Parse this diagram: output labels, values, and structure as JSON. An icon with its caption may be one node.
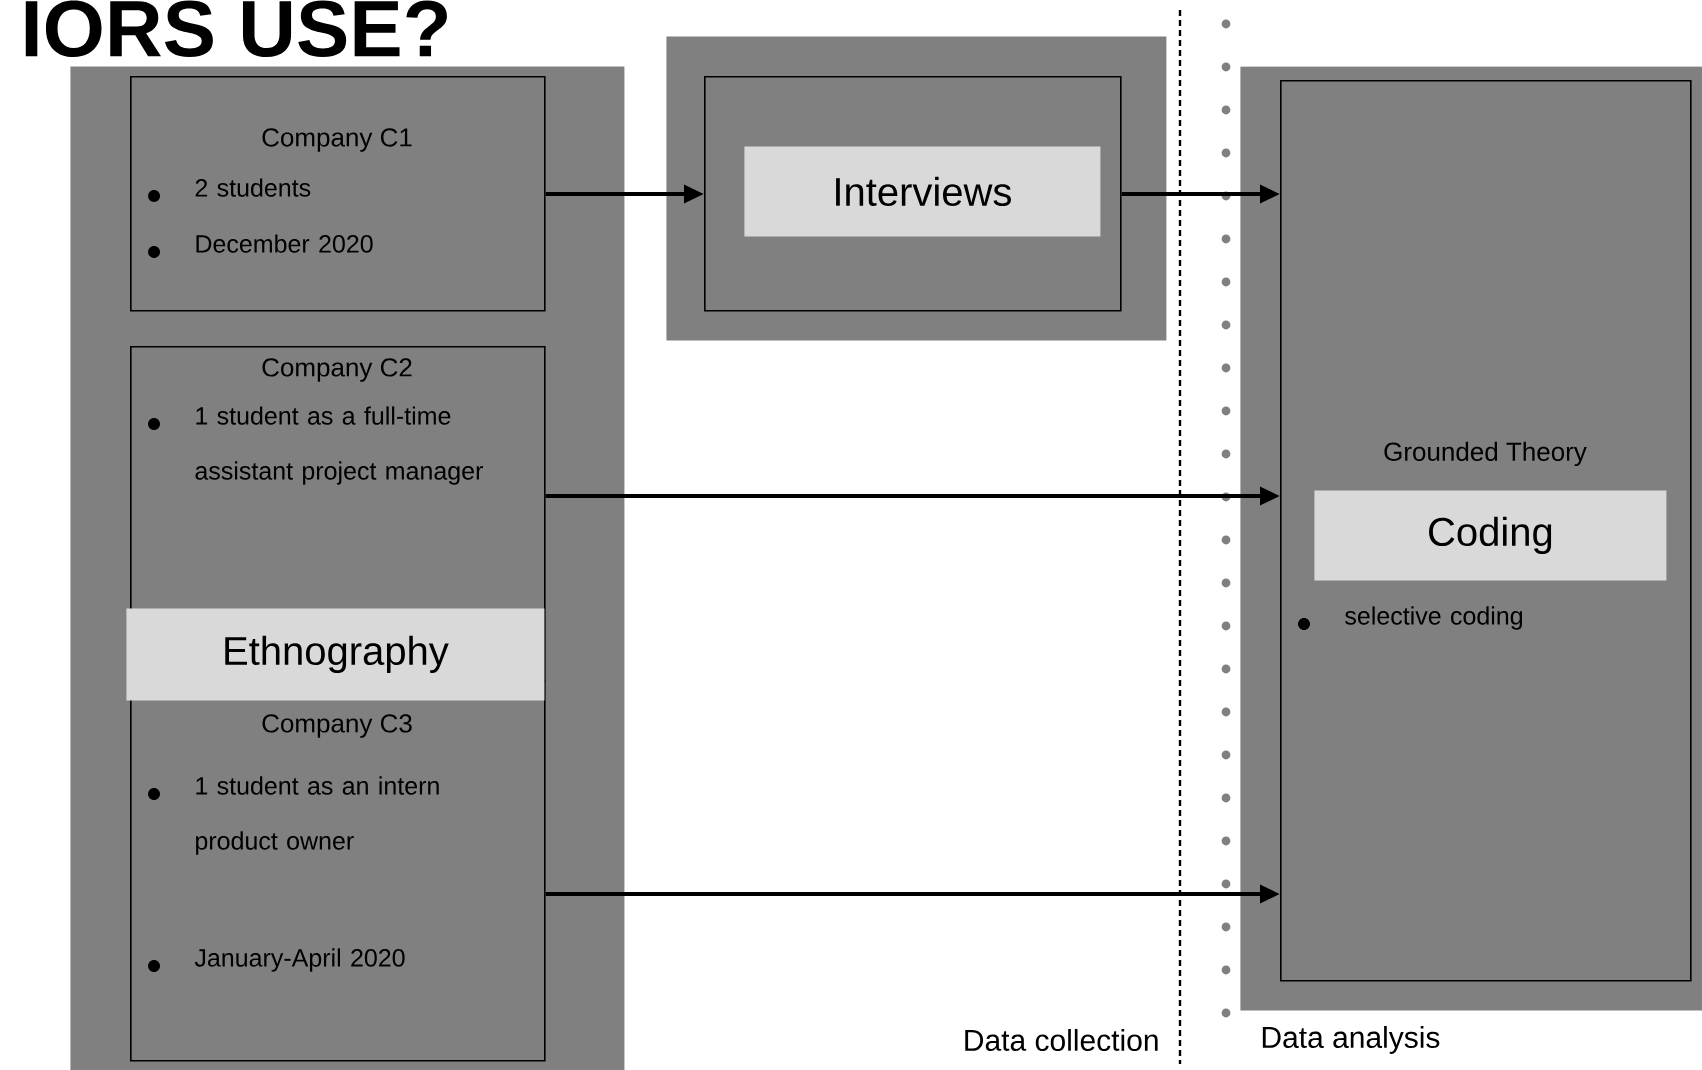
{
  "diagram": {
    "title": "IORS USE?",
    "nodes": [
      {
        "text": [],
        "shape": "box"
      },
      {
        "text": [
          "Company C1",
          "2 students",
          "December 2020"
        ],
        "in": 0
      },
      {
        "text": [
          "Company C2",
          "1 student as a full-time assistant project manager"
        ],
        "in": 0
      },
      {
        "text": [
          "Company C3",
          "1 student as an intern product owner",
          "January-April 2020"
        ],
        "in": 0
      },
      {
        "text": [
          "Ethnography"
        ],
        "in": 0
      },
      {
        "text": [],
        "shape": "box"
      },
      {
        "text": [],
        "shape": "box",
        "in": 5
      },
      {
        "text": [
          "Interviews"
        ],
        "in": 6
      },
      {
        "text": [],
        "shape": "box"
      },
      {
        "text": [
          "Grounded Theory",
          "selective coding"
        ],
        "in": 8
      },
      {
        "text": [
          "Coding"
        ],
        "in": 9
      }
    ],
    "edges": [
      {
        "from": 1,
        "to": 6,
        "arrow": "to"
      },
      {
        "from": 6,
        "to": 9,
        "arrow": "to"
      },
      {
        "from": 2,
        "to": 9,
        "arrow": "to"
      },
      {
        "from": 3,
        "to": 9,
        "arrow": "to"
      }
    ],
    "labels": [
      "Data collection",
      "Data analysis"
    ]
  }
}
